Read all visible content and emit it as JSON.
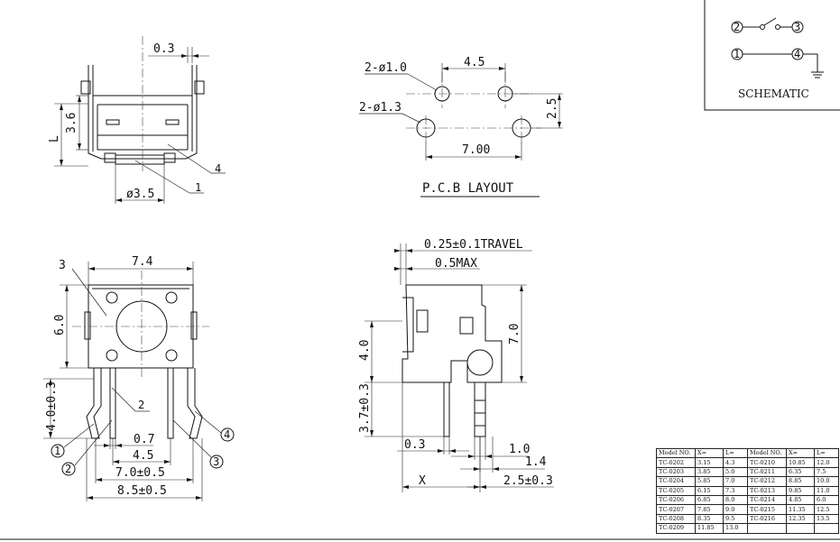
{
  "top_view": {
    "dim_top": "0.3",
    "dim_height": "3.6",
    "dim_l": "L",
    "dim_diameter": "ø3.5",
    "callout_4": "4",
    "callout_1": "1"
  },
  "pcb_layout": {
    "hole_small": "2-ø1.0",
    "hole_large": "2-ø1.3",
    "dim_pitch_top": "4.5",
    "dim_pitch_bottom": "7.00",
    "dim_vertical": "2.5",
    "title": "P.C.B LAYOUT"
  },
  "schematic": {
    "pin_2": "2",
    "pin_3": "3",
    "pin_1": "1",
    "pin_4": "4",
    "title": "SCHEMATIC"
  },
  "front_view": {
    "dim_width": "7.4",
    "dim_height": "6.0",
    "dim_leg": "4.0±0.3",
    "callout_3": "3",
    "callout_2": "2",
    "dim_07": "0.7",
    "dim_45": "4.5",
    "dim_70": "7.0±0.5",
    "dim_85": "8.5±0.5",
    "pin_1": "1",
    "pin_2": "2",
    "pin_3": "3",
    "pin_4": "4"
  },
  "side_view": {
    "travel": "0.25±0.1TRAVEL",
    "max": "0.5MAX",
    "dim_70": "7.0",
    "dim_40": "4.0",
    "dim_37": "3.7±0.3",
    "dim_03": "0.3",
    "dim_10": "1.0",
    "dim_14": "1.4",
    "dim_25": "2.5±0.3",
    "dim_x": "X"
  },
  "model_table": {
    "headers": [
      "Model NO.",
      "X=",
      "L=",
      "Model NO.",
      "X=",
      "L="
    ],
    "rows": [
      [
        "TC-0202",
        "3.15",
        "4.3",
        "TC-0210",
        "10.85",
        "12.0"
      ],
      [
        "TC-0203",
        "3.85",
        "5.0",
        "TC-0211",
        "6.35",
        "7.5"
      ],
      [
        "TC-0204",
        "5.85",
        "7.0",
        "TC-0212",
        "8.85",
        "10.0"
      ],
      [
        "TC-0205",
        "6.15",
        "7.3",
        "TC-0213",
        "9.85",
        "11.0"
      ],
      [
        "TC-0206",
        "6.85",
        "8.0",
        "TC-0214",
        "4.85",
        "6.0"
      ],
      [
        "TC-0207",
        "7.85",
        "9.0",
        "TC-0215",
        "11.35",
        "12.5"
      ],
      [
        "TC-0208",
        "8.35",
        "9.5",
        "TC-0216",
        "12.35",
        "13.5"
      ],
      [
        "TC-0209",
        "11.85",
        "13.0",
        "",
        "",
        ""
      ]
    ]
  }
}
